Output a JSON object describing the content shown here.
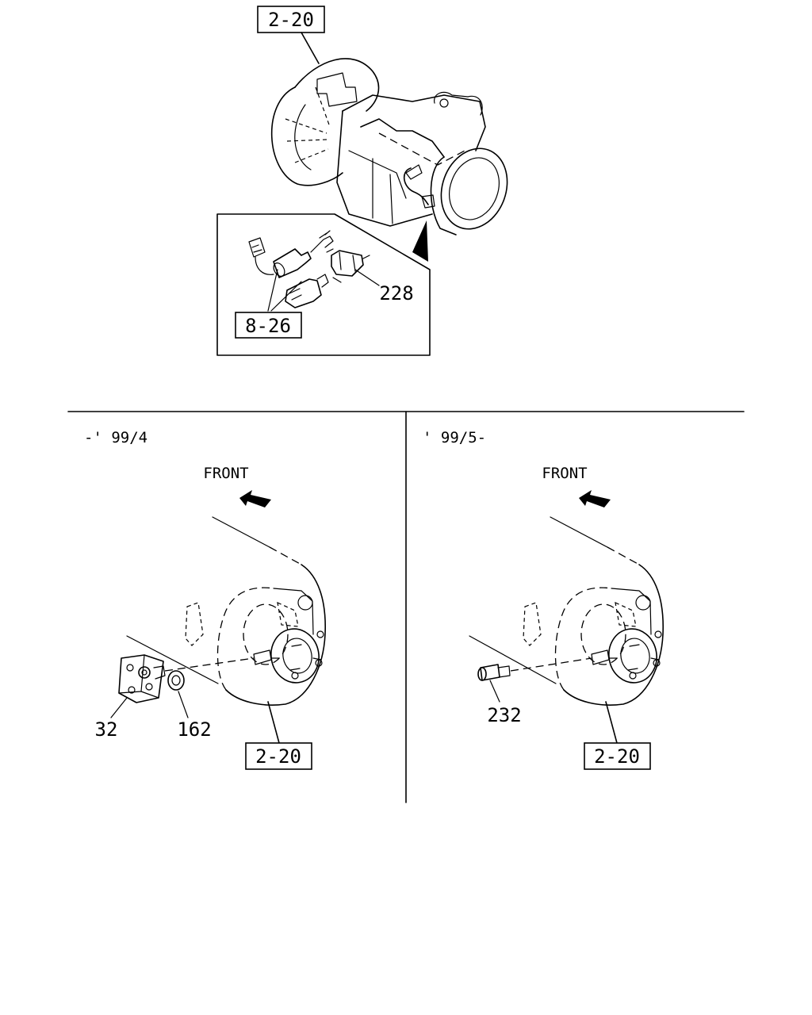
{
  "top_section": {
    "ref_top": "2-20",
    "ref_inset": "8-26",
    "part_inset": "228"
  },
  "panel_left": {
    "period": "-' 99/4",
    "front_label": "FRONT",
    "part_bracket": "32",
    "part_nut": "162",
    "ref": "2-20"
  },
  "panel_right": {
    "period": "' 99/5-",
    "front_label": "FRONT",
    "part_sensor": "232",
    "ref": "2-20"
  }
}
